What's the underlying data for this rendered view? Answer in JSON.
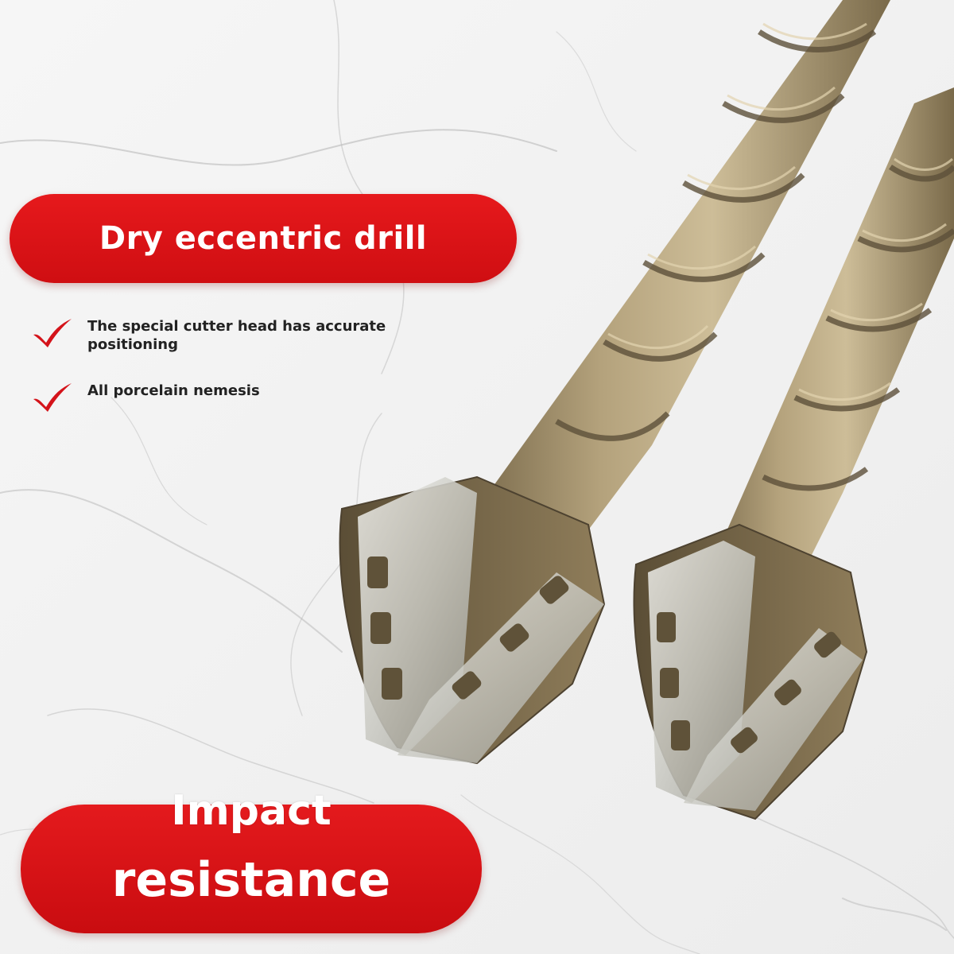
{
  "banner_top": {
    "label": "Dry eccentric drill"
  },
  "features": [
    {
      "text": "The special cutter head has accurate positioning",
      "icon": "checkmark-icon"
    },
    {
      "text": "All porcelain nemesis",
      "icon": "checkmark-icon"
    }
  ],
  "banner_bottom": {
    "line1": "Impact",
    "line2": "resistance"
  },
  "colors": {
    "banner_red": "#d81518",
    "check_red": "#d4131a",
    "drill_bronze": "#9c8a64",
    "cutter_silver": "#d8d8d2",
    "marble": "#f3f3f3"
  }
}
